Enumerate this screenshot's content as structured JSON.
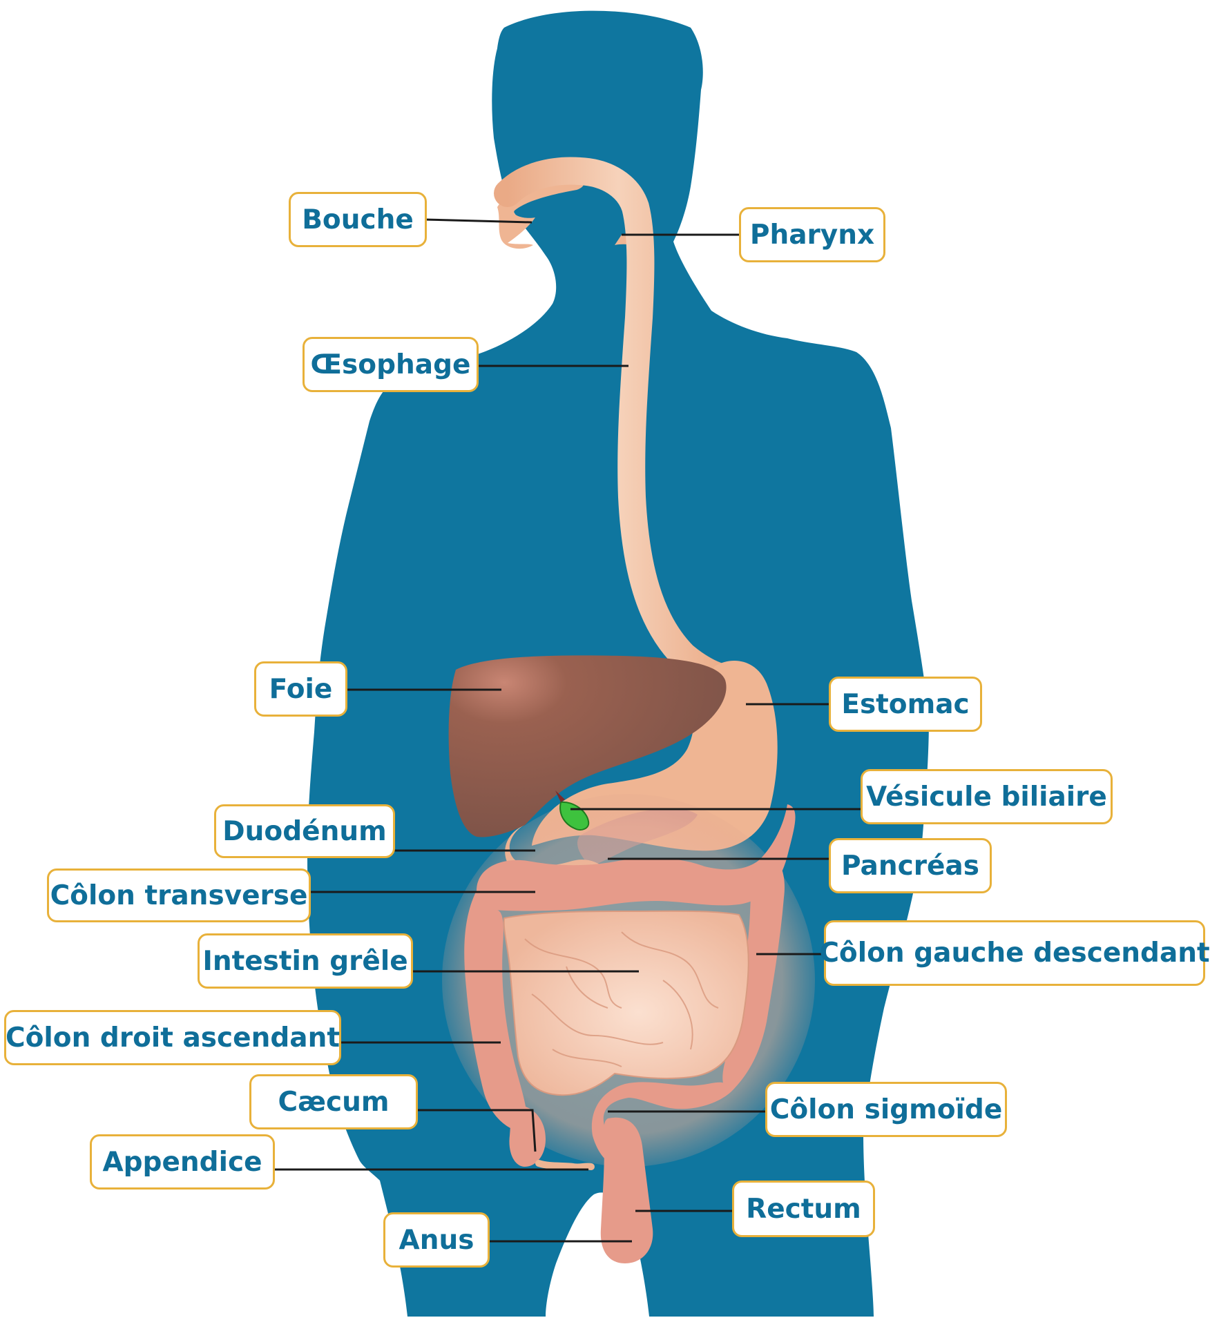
{
  "colors": {
    "silhouette": "#0f769f",
    "digestive_tract": "#efb593",
    "liver": "#8d5a4b",
    "gallbladder": "#3ec23e",
    "intestine": "#e69b8a",
    "label_border": "#e8b13a",
    "label_text": "#0f6e99",
    "leader_line": "#1a1a1a"
  },
  "labels": {
    "bouche": "Bouche",
    "pharynx": "Pharynx",
    "oesophage": "Œsophage",
    "foie": "Foie",
    "estomac": "Estomac",
    "vesicule_biliaire": "Vésicule biliaire",
    "duodenum": "Duodénum",
    "pancreas": "Pancréas",
    "colon_transverse": "Côlon transverse",
    "colon_gauche_descendant": "Côlon gauche descendant",
    "intestin_grele": "Intestin grêle",
    "colon_droit_ascendant": "Côlon droit ascendant",
    "caecum": "Cæcum",
    "colon_sigmoide": "Côlon sigmoïde",
    "appendice": "Appendice",
    "rectum": "Rectum",
    "anus": "Anus"
  }
}
